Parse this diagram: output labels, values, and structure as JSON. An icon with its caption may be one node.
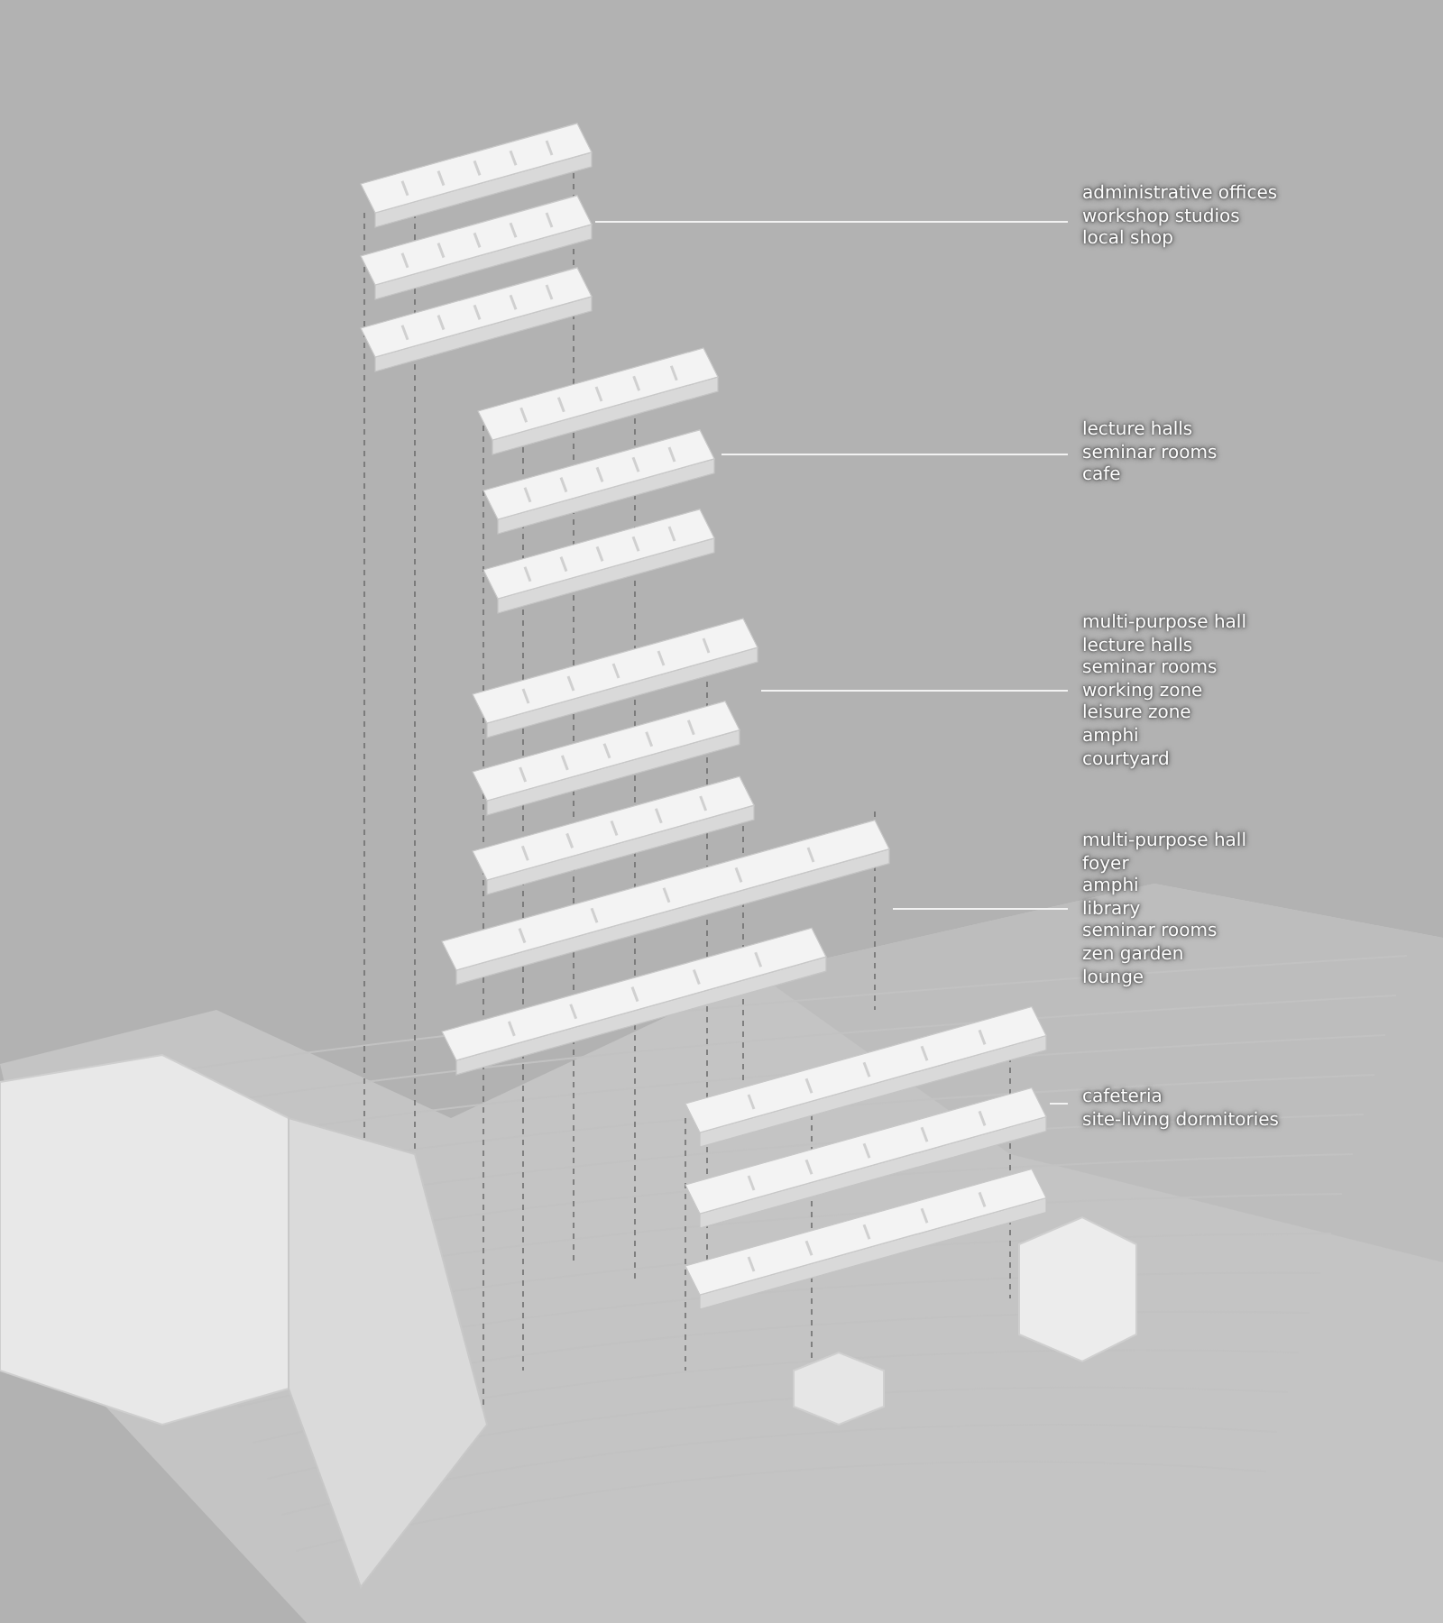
{
  "diagram": {
    "nodes": [
      {
        "text": [
          "administrative offices",
          "workshop studios",
          "local shop"
        ]
      },
      {
        "text": [
          "lecture halls",
          "seminar rooms",
          "cafe"
        ]
      },
      {
        "text": [
          "multi-purpose hall",
          "lecture halls",
          "seminar rooms",
          "working zone",
          "leisure zone",
          "amphi",
          "courtyard"
        ]
      },
      {
        "text": [
          "multi-purpose hall",
          "foyer",
          "amphi",
          "library",
          "seminar rooms",
          "zen garden",
          "lounge"
        ]
      },
      {
        "text": [
          "cafeteria",
          "site-living dormitories"
        ]
      },
      {
        "text": [],
        "shape": "picture"
      },
      {
        "text": [],
        "shape": "picture"
      },
      {
        "text": [],
        "shape": "picture"
      },
      {
        "text": [],
        "shape": "picture"
      },
      {
        "text": [],
        "shape": "picture"
      }
    ],
    "edges": [
      {
        "from": 0,
        "to": 5,
        "arrow": "none"
      },
      {
        "from": 1,
        "to": 6,
        "arrow": "none"
      },
      {
        "from": 2,
        "to": 7,
        "arrow": "none"
      },
      {
        "from": 3,
        "to": 8,
        "arrow": "none"
      },
      {
        "from": 4,
        "to": 9,
        "arrow": "none"
      }
    ]
  }
}
